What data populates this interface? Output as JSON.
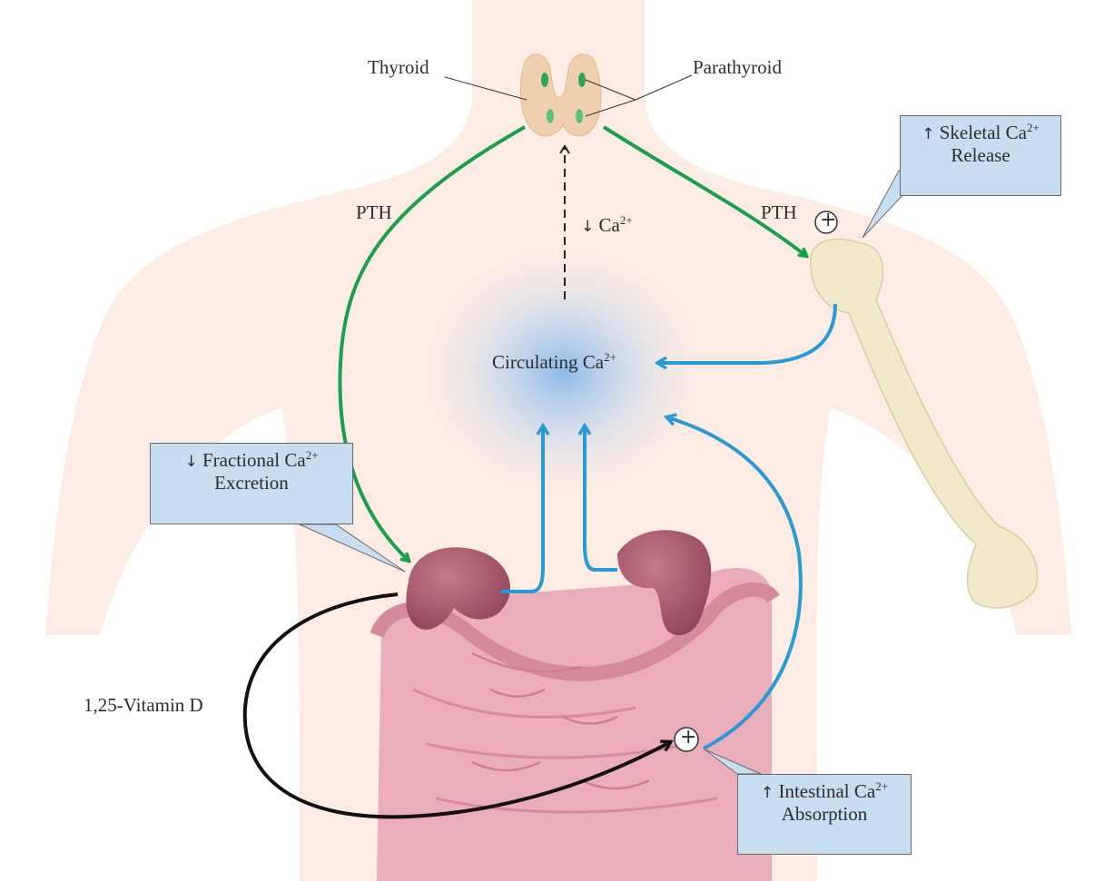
{
  "labels": {
    "thyroid": "Thyroid",
    "parathyroid": "Parathyroid",
    "pth_left": "PTH",
    "pth_right": "PTH",
    "ca_decrease": "Ca",
    "ca_decrease_charge": "2+",
    "down_arrow": "↓",
    "up_arrow": "↑",
    "circulating": "Circulating Ca",
    "circulating_charge": "2+",
    "vitamin_d": "1,25-Vitamin D",
    "plus": "+"
  },
  "callouts": {
    "skeletal": {
      "line1_prefix": "Skeletal Ca",
      "line1_charge": "2+",
      "line2": "Release"
    },
    "fractional": {
      "line1_prefix": "Fractional Ca",
      "line1_charge": "2+",
      "line2": "Excretion"
    },
    "intestinal": {
      "line1_prefix": "Intestinal Ca",
      "line1_charge": "2+",
      "line2": "Absorption"
    }
  },
  "colors": {
    "pth_arrow": "#1aa04c",
    "calcium_arrow": "#2a9ad6",
    "vitamin_arrow": "#111111",
    "callout_fill": "#c7ddf0",
    "body_fill": "#fdece4",
    "kidney": "#a65468",
    "intestine": "#e9a6b4",
    "bone": "#f1e9cc",
    "thyroid": "#efcfae",
    "parathyroid": "#2aa55a"
  }
}
